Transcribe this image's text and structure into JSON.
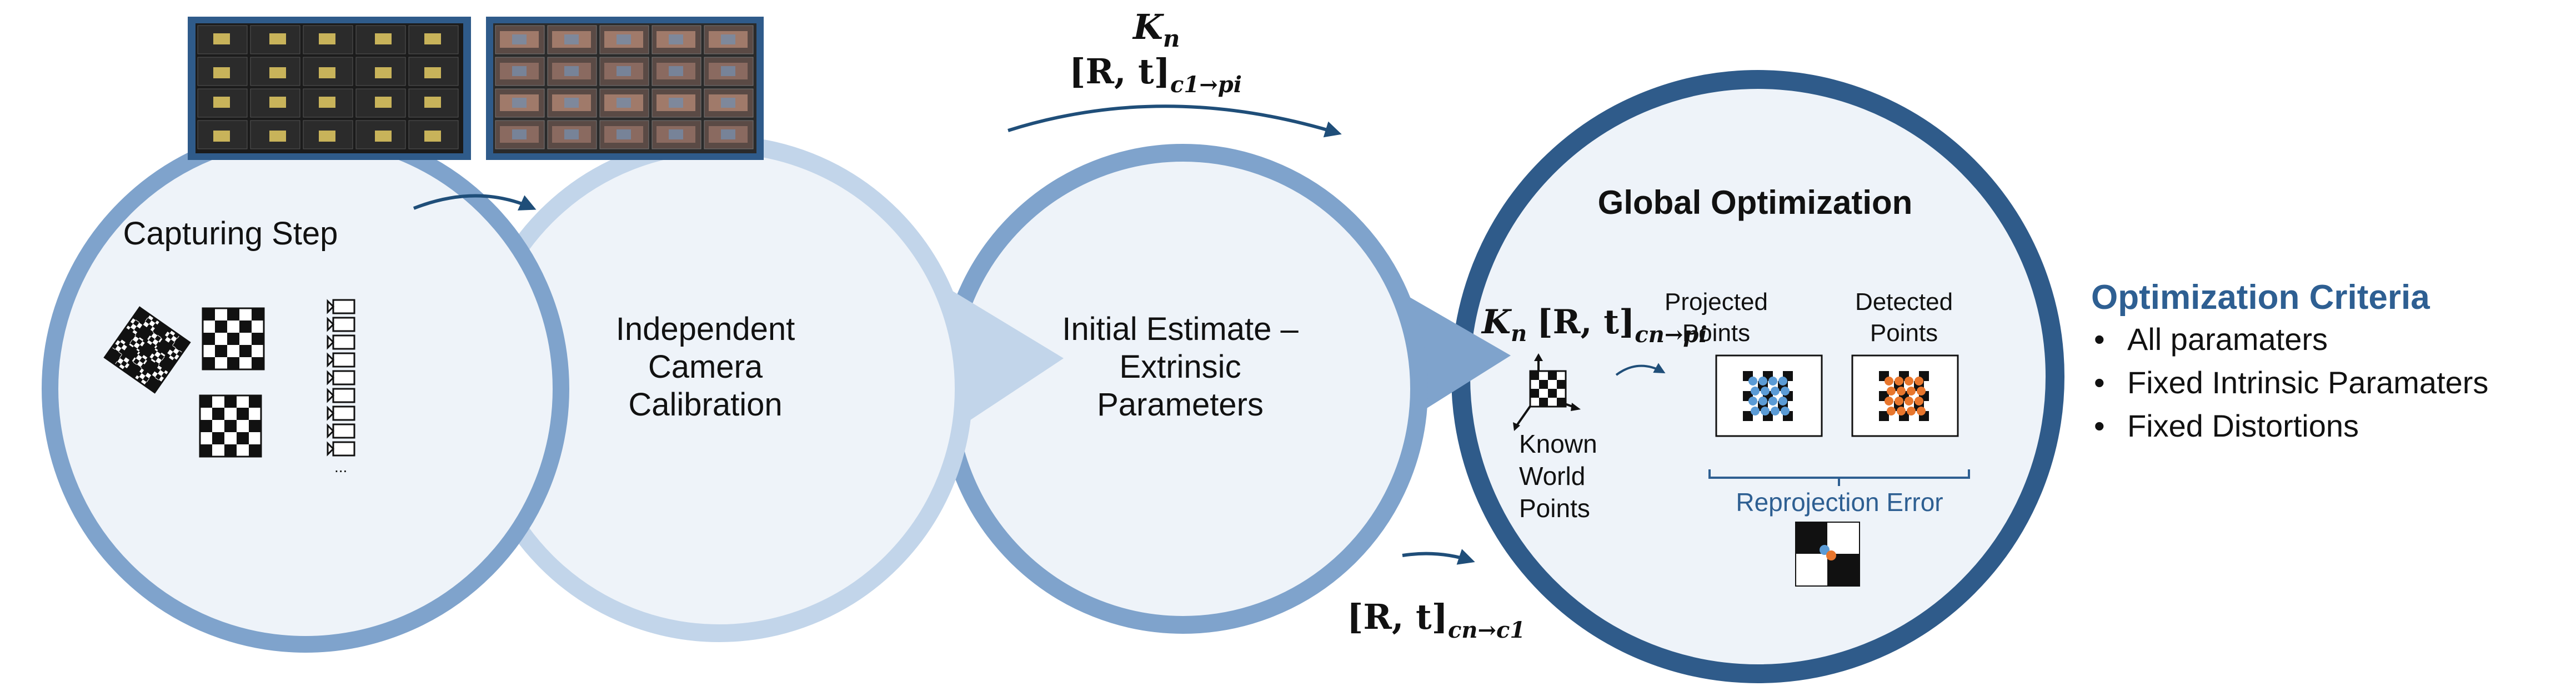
{
  "colors": {
    "dark_blue": "#2f5b8a",
    "mid_blue": "#7fa3cc",
    "light_blue": "#c2d5ea",
    "circle_fill": "#eef3f9",
    "accent_blue": "#1f4e79",
    "text_blue": "#2e5f92",
    "orange": "#e8762d",
    "point_blue": "#5b9bd5"
  },
  "steps": {
    "capture": {
      "label": "Capturing Step",
      "ellipsis": "..."
    },
    "calibration": {
      "line1": "Independent",
      "line2": "Camera",
      "line3": "Calibration"
    },
    "initial": {
      "line1": "Initial Estimate –",
      "line2": "Extrinsic",
      "line3": "Parameters"
    },
    "global": {
      "title": "Global Optimization"
    }
  },
  "formulas": {
    "top_k": {
      "base": "K",
      "sub": "n"
    },
    "top_rt": {
      "base": "[R, t]",
      "sub": "c1→pi"
    },
    "bottom_rt": {
      "base": "[R, t]",
      "sub": "cn→c1"
    },
    "inner_k": {
      "base": "K",
      "sub": "n"
    },
    "inner_rt": {
      "base": "[R, t]",
      "sub": "cn→pi"
    }
  },
  "global_labels": {
    "projected_line1": "Projected",
    "projected_line2": "Points",
    "detected_line1": "Detected",
    "detected_line2": "Points",
    "known_line1": "Known",
    "known_line2": "World",
    "known_line3": "Points",
    "reprojection": "Reprojection Error"
  },
  "criteria": {
    "title": "Optimization Criteria",
    "items": [
      "All paramaters",
      "Fixed Intrinsic Paramaters",
      "Fixed Distortions"
    ]
  }
}
